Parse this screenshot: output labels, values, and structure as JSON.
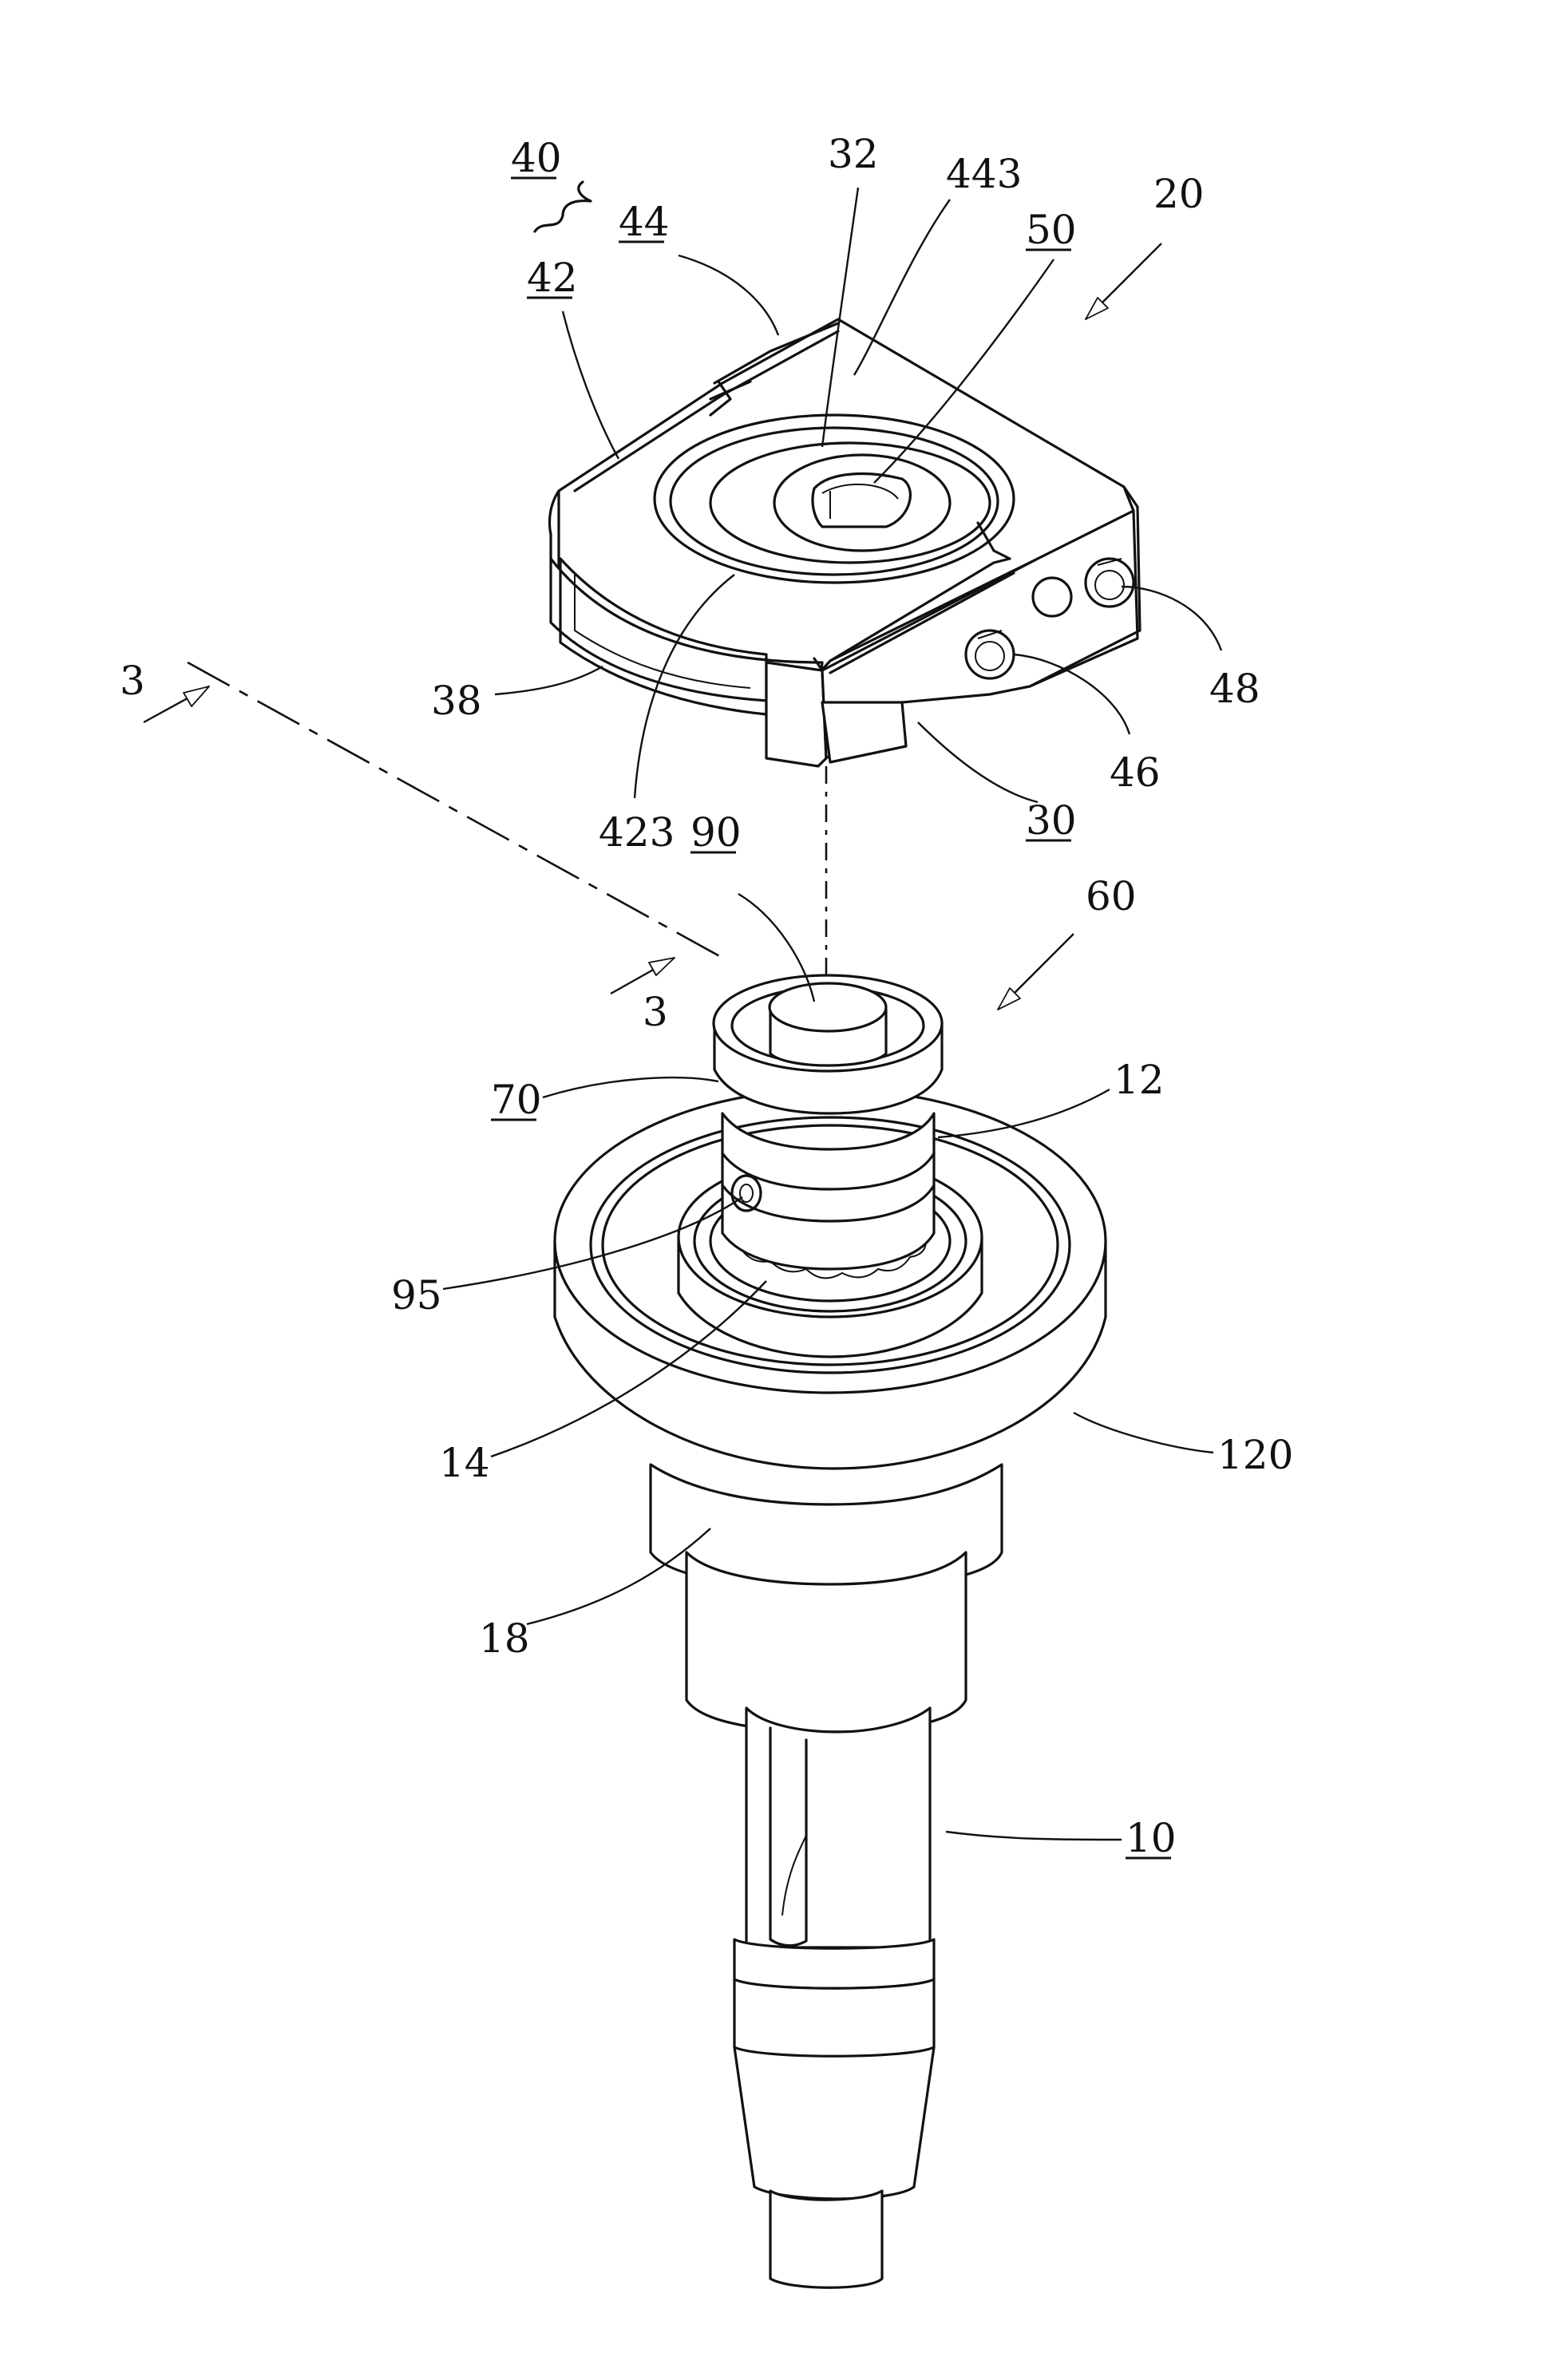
{
  "figure": {
    "labels": {
      "l40": "40",
      "l44": "44",
      "l42": "42",
      "l32": "32",
      "l443": "443",
      "l50": "50",
      "l20": "20",
      "l38": "38",
      "l48": "48",
      "l46": "46",
      "l30": "30",
      "l423": "423",
      "l90": "90",
      "l60": "60",
      "l3a": "3",
      "l3b": "3",
      "l70": "70",
      "l12": "12",
      "l95": "95",
      "l14": "14",
      "l120": "120",
      "l18": "18",
      "l10": "10"
    },
    "underlined": [
      "40",
      "44",
      "42",
      "50",
      "30",
      "90",
      "70",
      "10"
    ]
  }
}
